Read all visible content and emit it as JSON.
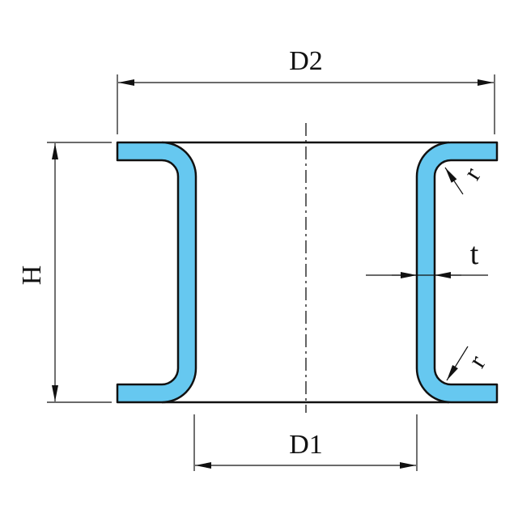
{
  "labels": {
    "outer_diameter": "D2",
    "height": "H",
    "thickness": "t",
    "radius_top": "r",
    "radius_bottom": "r",
    "inner_diameter": "D1"
  },
  "colors": {
    "flange_fill": "#66c8f0",
    "line": "#111111",
    "background": "#ffffff"
  }
}
